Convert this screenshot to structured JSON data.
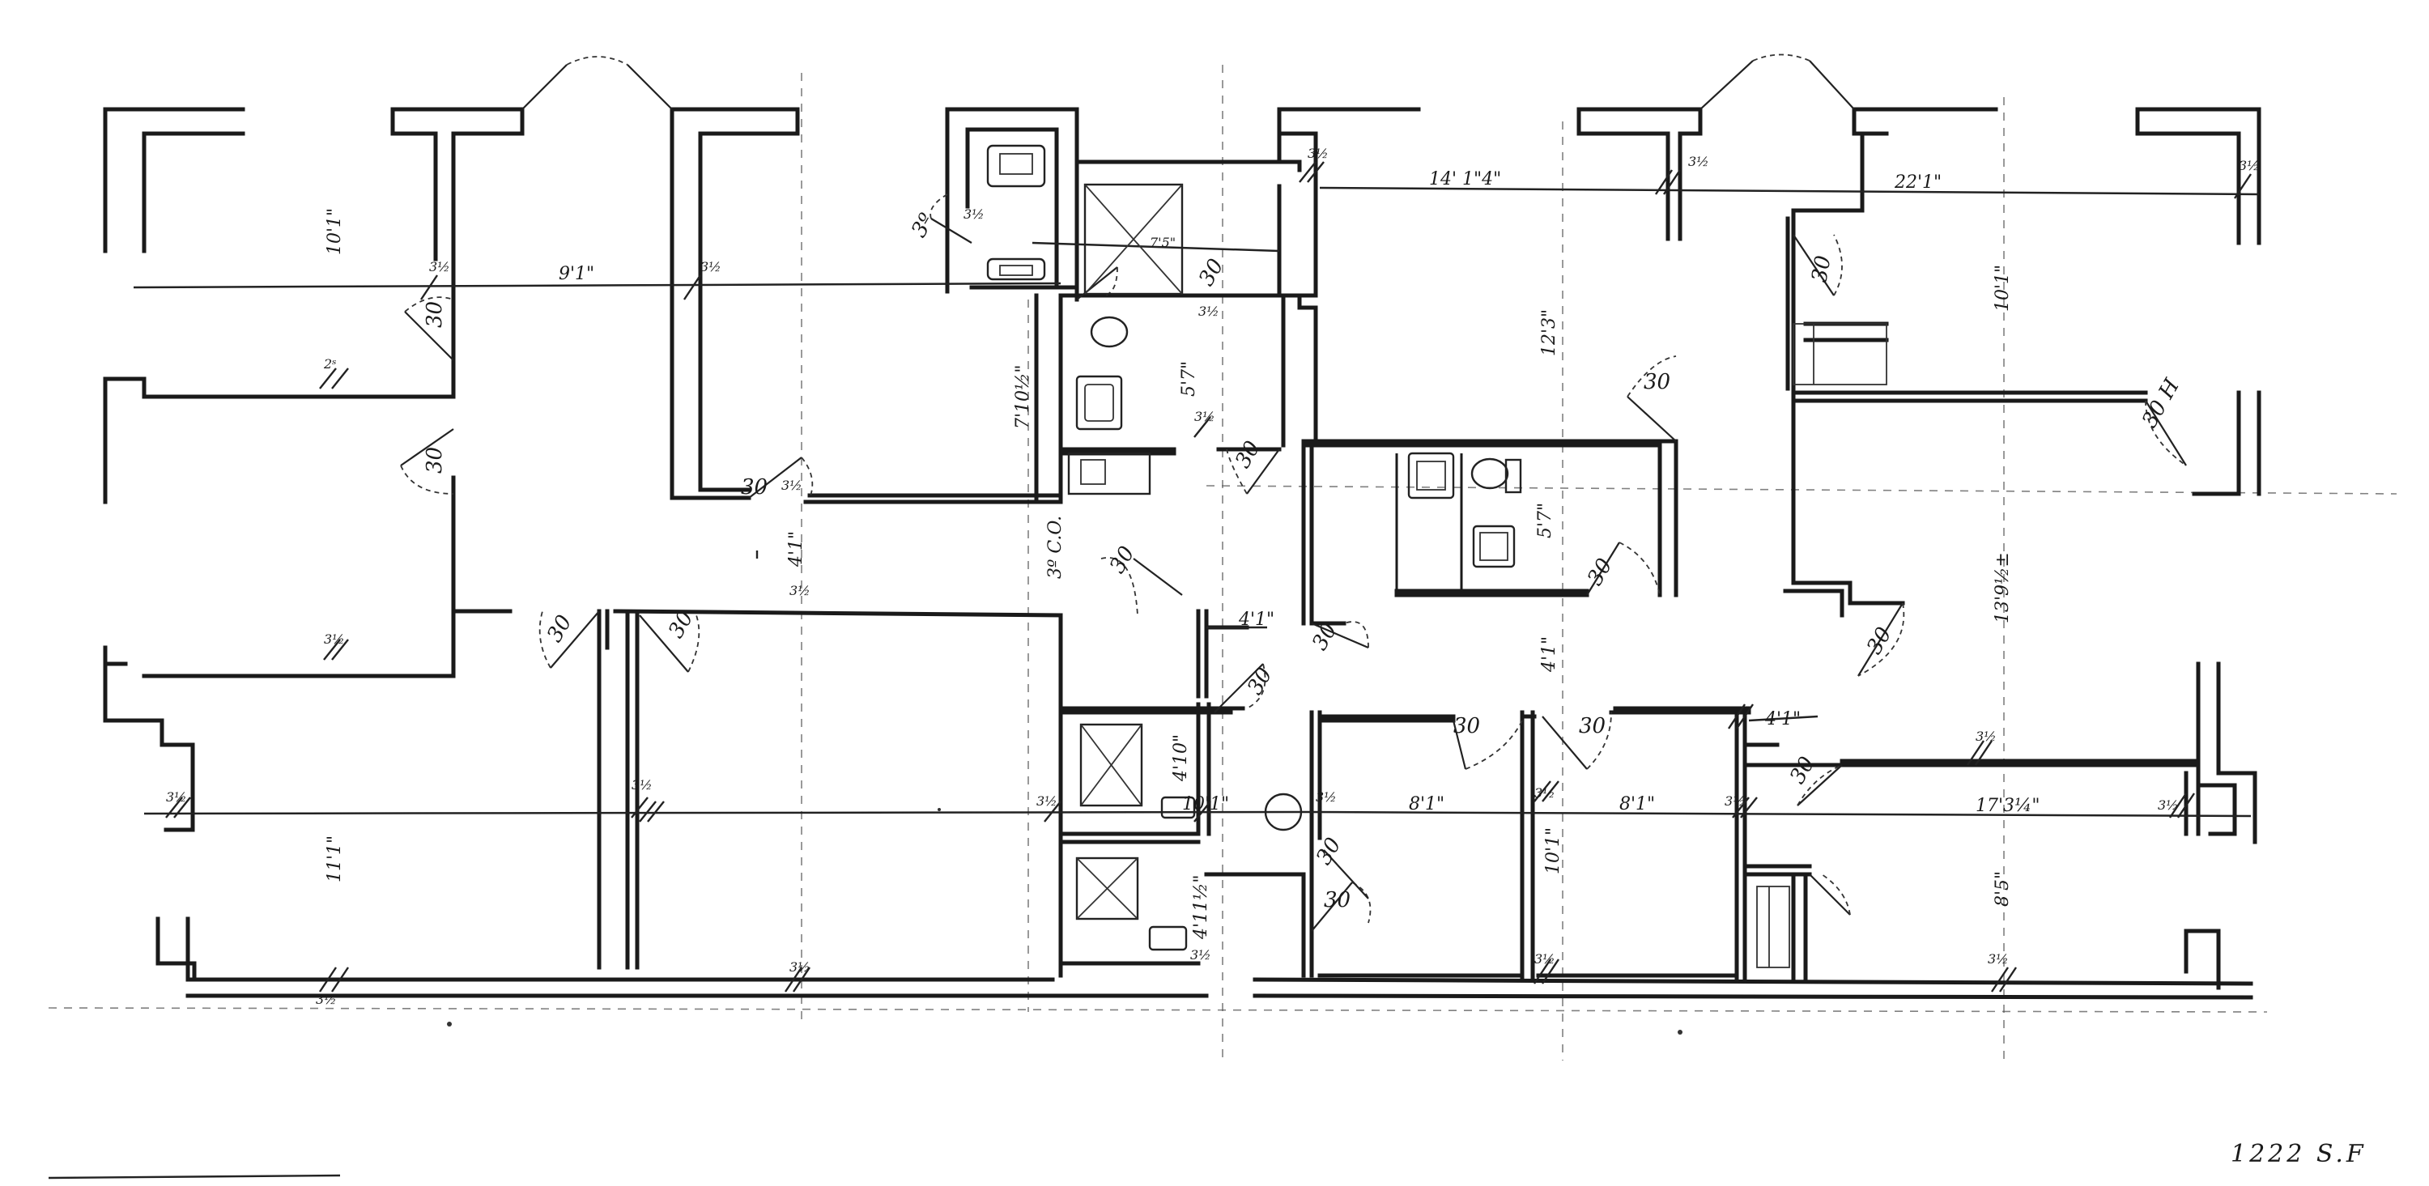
{
  "sheet": {
    "area_label": "1222 S.F"
  },
  "dimensions": {
    "d_10_1_top": "10'1\"",
    "d_9_1": "9'1\"",
    "d_7_5": "7'5\"",
    "d_3_half_a": "3½",
    "d_14_1_4": "14' 1\"4\"",
    "d_22_1": "22'1\"",
    "d_10_1_right": "10'1\"",
    "d_12_3": "12'3\"",
    "d_7_10_half": "7'10½\"",
    "d_5_7_a": "5'7\"",
    "d_5_7_b": "5'7\"",
    "d_4_1_a": "4'1\"",
    "d_4_1_b": "4'1\"",
    "d_4_1_c": "4'1\"",
    "d_4_1_d": "4'1\"",
    "d_13_9": "13'9½±",
    "d_4_10": "4'10\"",
    "d_10_1_mid": "10'1\"",
    "d_8_1_a": "8'1\"",
    "d_8_1_b": "8'1\"",
    "d_17_3": "17'3¼\"",
    "d_11_1": "11'1\"",
    "d_10_1_low": "10'1\"",
    "d_4_11": "4'11½\"",
    "d_8_5": "8'5\"",
    "co": "3º C.O.",
    "pw": "2ˢ",
    "th_1": "3½",
    "th_2": "3½",
    "th_3": "3½",
    "th_4": "3½",
    "th_5": "3½",
    "th_6": "3½",
    "th_7": "3½",
    "th_8": "3½",
    "th_9": "3½",
    "th_10": "3½",
    "th_11": "3½",
    "th_12": "3½",
    "th_13": "3½",
    "th_14": "3½",
    "th_15": "3½",
    "th_16": "3½",
    "th_17": "3½",
    "th_18": "3½",
    "th_19": "3½",
    "th_20": "3½",
    "th_21": "3½",
    "th_22": "3½",
    "th_23": "3½",
    "th_24": "3½"
  },
  "doors": {
    "d1": "30",
    "d2": "30",
    "d3": "30",
    "d4": "30",
    "d5": "30",
    "d6": "30",
    "d7": "30",
    "d8": "30",
    "d9": "30",
    "d10": "30",
    "d11": "30",
    "d12": "30",
    "d13": "30",
    "d14": "30",
    "d15": "30",
    "d16": "30",
    "d17": "30",
    "d18": "30",
    "d19": "30",
    "d20": "30 H",
    "d21": "3º"
  }
}
